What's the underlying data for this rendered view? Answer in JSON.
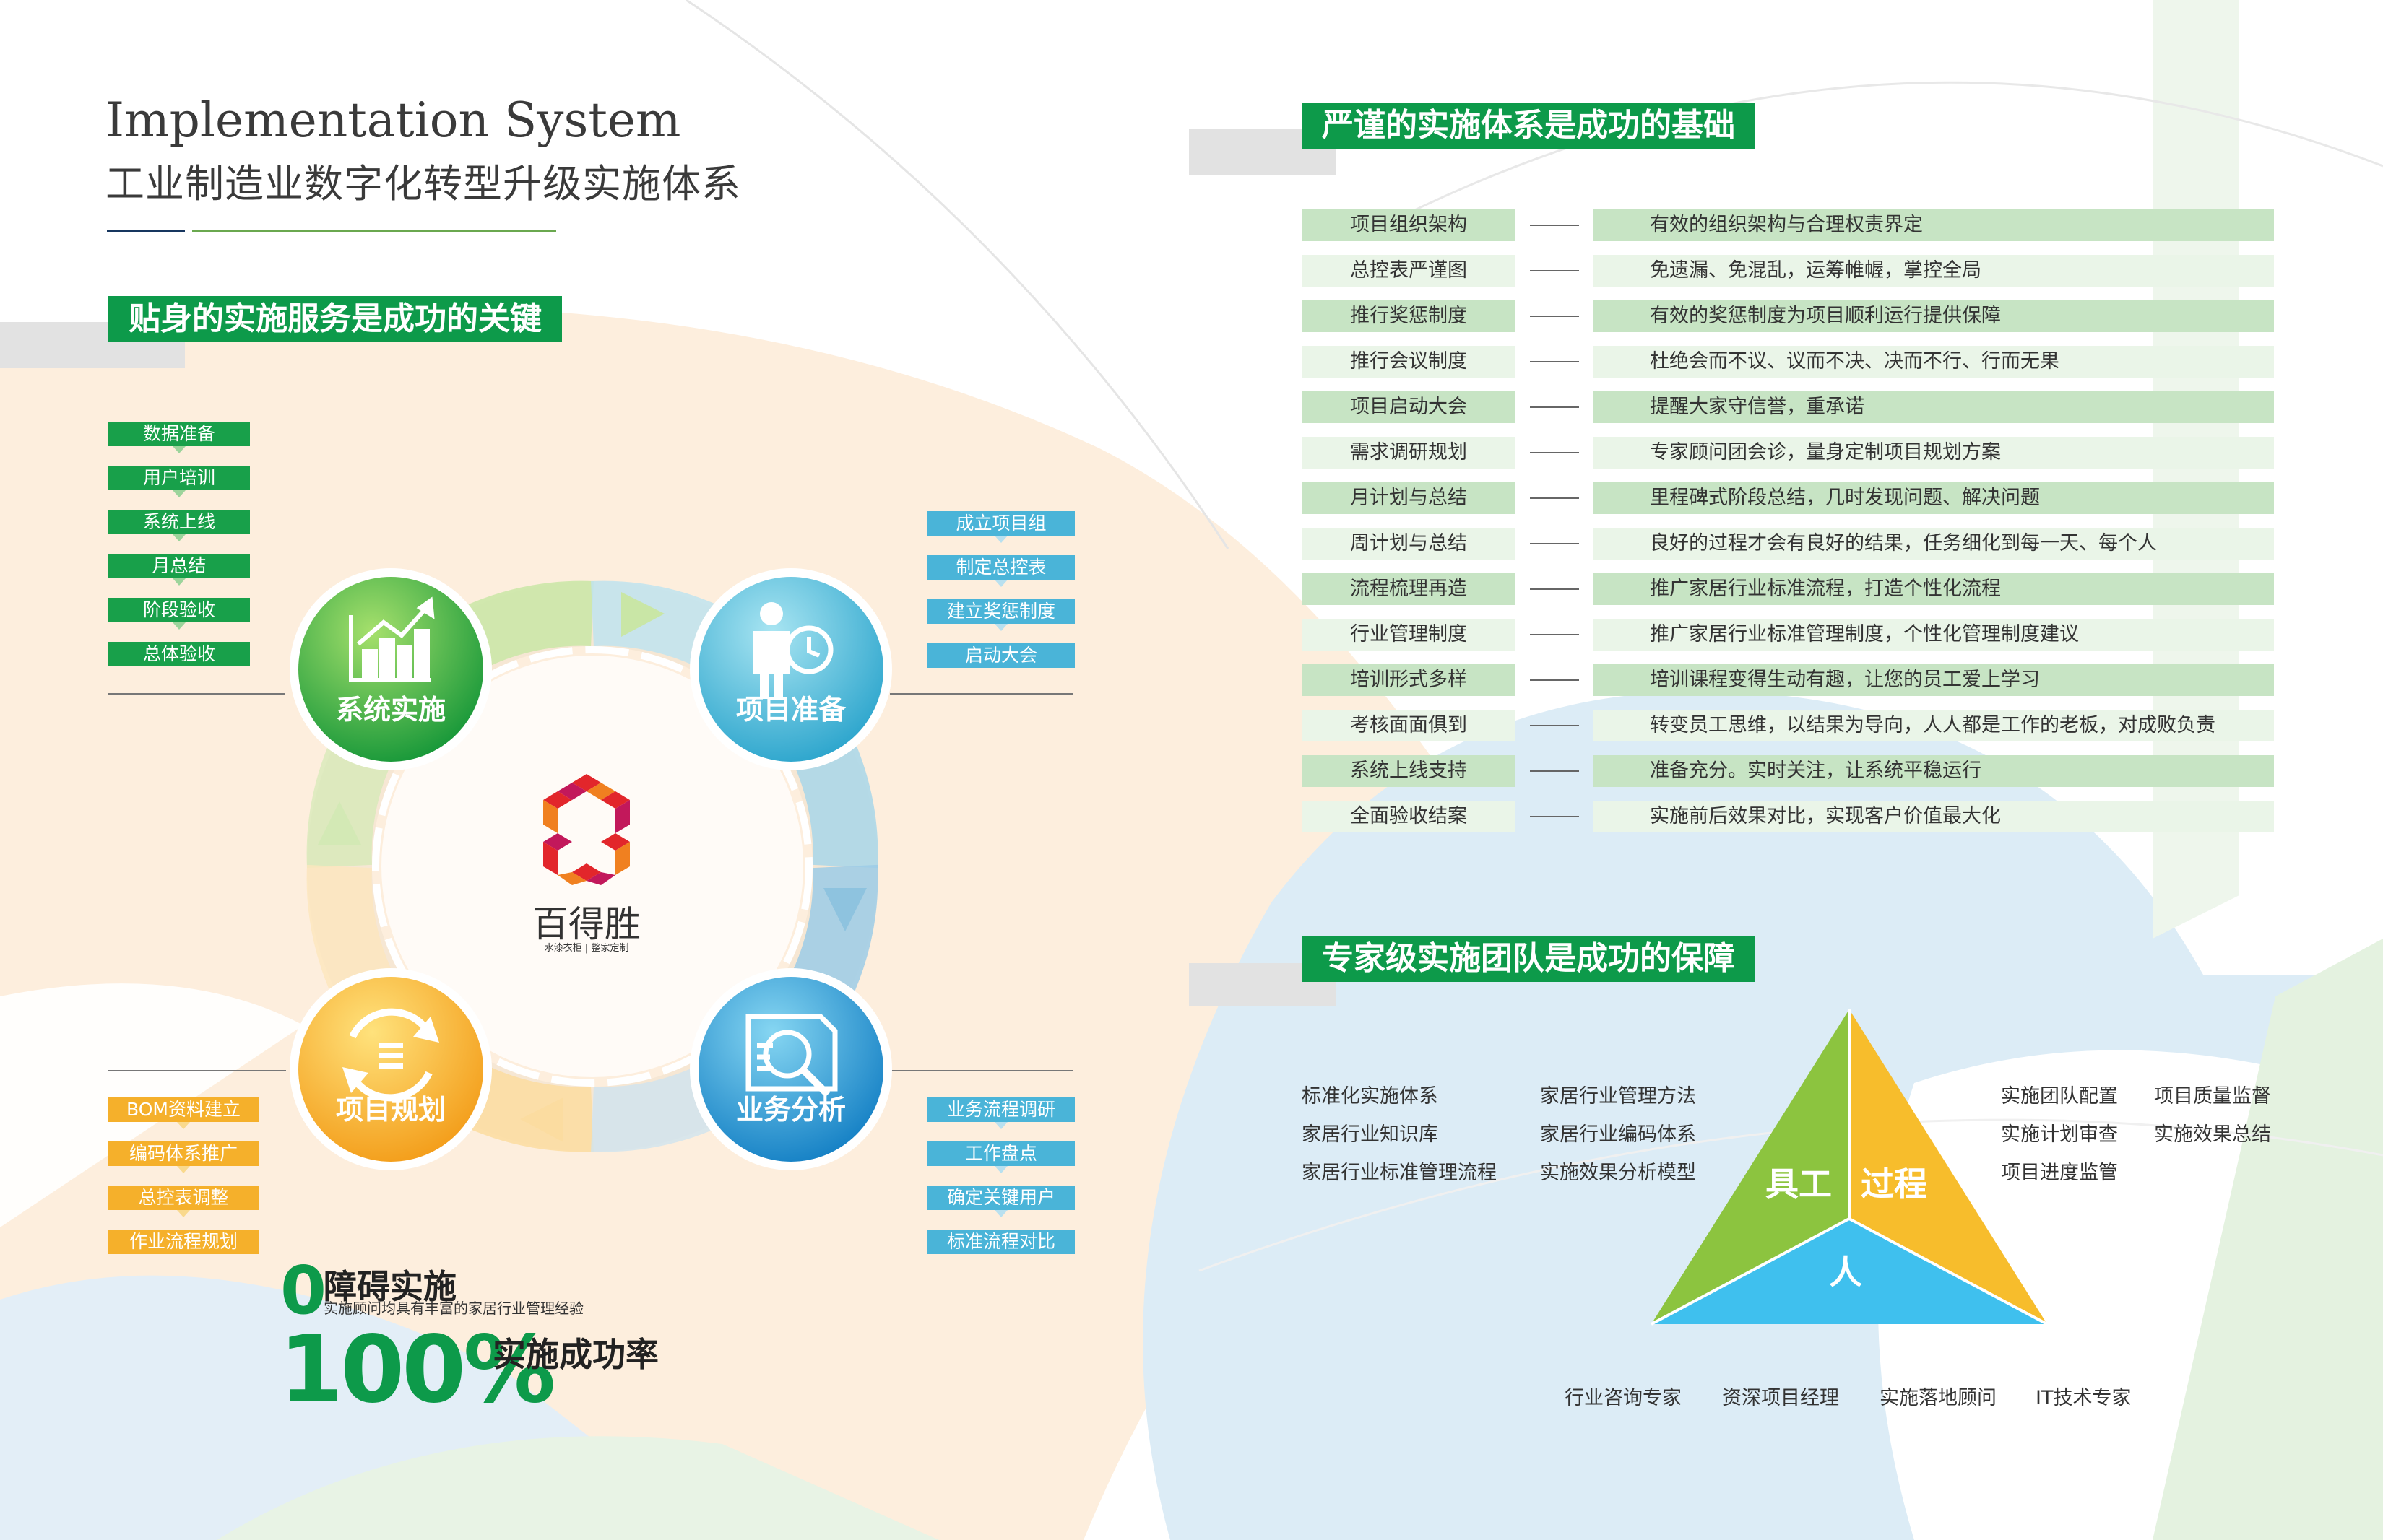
{
  "header": {
    "title_en": "Implementation System",
    "title_cn": "工业制造业数字化转型升级实施体系"
  },
  "left": {
    "banner": "贴身的实施服务是成功的关键",
    "green_tags": [
      "数据准备",
      "用户培训",
      "系统上线",
      "月总结",
      "阶段验收",
      "总体验收"
    ],
    "blue_tags_top": [
      "成立项目组",
      "制定总控表",
      "建立奖惩制度",
      "启动大会"
    ],
    "yellow_tags": [
      "BOM资料建立",
      "编码体系推广",
      "总控表调整",
      "作业流程规划"
    ],
    "blue_tags_bottom": [
      "业务流程调研",
      "工作盘点",
      "确定关键用户",
      "标准流程对比"
    ],
    "nodes": {
      "system": "系统实施",
      "prepare": "项目准备",
      "plan": "项目规划",
      "analysis": "业务分析"
    },
    "logo": {
      "name": "百得胜",
      "tagline": "水漆衣柜 | 整家定制"
    },
    "stats": {
      "zero_num": "0",
      "zero_title": "障碍实施",
      "zero_sub": "实施顾问均具有丰富的家居行业管理经验",
      "rate_num": "100%",
      "rate_label": "实施成功率"
    }
  },
  "right": {
    "banner_top": "严谨的实施体系是成功的基础",
    "rows": [
      {
        "left": "项目组织架构",
        "right": "有效的组织架构与合理权责界定"
      },
      {
        "left": "总控表严谨图",
        "right": "免遗漏、免混乱，运筹帷幄，掌控全局"
      },
      {
        "left": "推行奖惩制度",
        "right": "有效的奖惩制度为项目顺利运行提供保障"
      },
      {
        "left": "推行会议制度",
        "right": "杜绝会而不议、议而不决、决而不行、行而无果"
      },
      {
        "left": "项目启动大会",
        "right": "提醒大家守信誉，重承诺"
      },
      {
        "left": "需求调研规划",
        "right": "专家顾问团会诊，量身定制项目规划方案"
      },
      {
        "left": "月计划与总结",
        "right": "里程碑式阶段总结，几时发现问题、解决问题"
      },
      {
        "left": "周计划与总结",
        "right": "良好的过程才会有良好的结果，任务细化到每一天、每个人"
      },
      {
        "left": "流程梳理再造",
        "right": "推广家居行业标准流程，打造个性化流程"
      },
      {
        "left": "行业管理制度",
        "right": "推广家居行业标准管理制度，个性化管理制度建议"
      },
      {
        "left": "培训形式多样",
        "right": "培训课程变得生动有趣，让您的员工爱上学习"
      },
      {
        "left": "考核面面俱到",
        "right": "转变员工思维，以结果为导向，人人都是工作的老板，对成败负责"
      },
      {
        "left": "系统上线支持",
        "right": "准备充分。实时关注，让系统平稳运行"
      },
      {
        "left": "全面验收结案",
        "right": "实施前后效果对比，实现客户价值最大化"
      }
    ],
    "banner_bottom": "专家级实施团队是成功的保障",
    "tools_col1": [
      "标准化实施体系",
      "家居行业知识库",
      "家居行业标准管理流程"
    ],
    "tools_col2": [
      "家居行业管理方法",
      "家居行业编码体系",
      "实施效果分析模型"
    ],
    "process_col1": [
      "实施团队配置",
      "实施计划审查",
      "项目进度监管"
    ],
    "process_col2": [
      "项目质量监督",
      "实施效果总结"
    ],
    "triangle": {
      "left": "具工",
      "right": "过程",
      "bottom": "人"
    },
    "people": [
      "行业咨询专家",
      "资深项目经理",
      "实施落地顾问",
      "IT技术专家"
    ]
  },
  "colors": {
    "brand_green": "#0d9a4a",
    "accent_blue": "#4ab4d8",
    "accent_yellow": "#f5b02b",
    "peach_bg": "#fdeedd",
    "light_blue_bg": "#dcecf6"
  }
}
